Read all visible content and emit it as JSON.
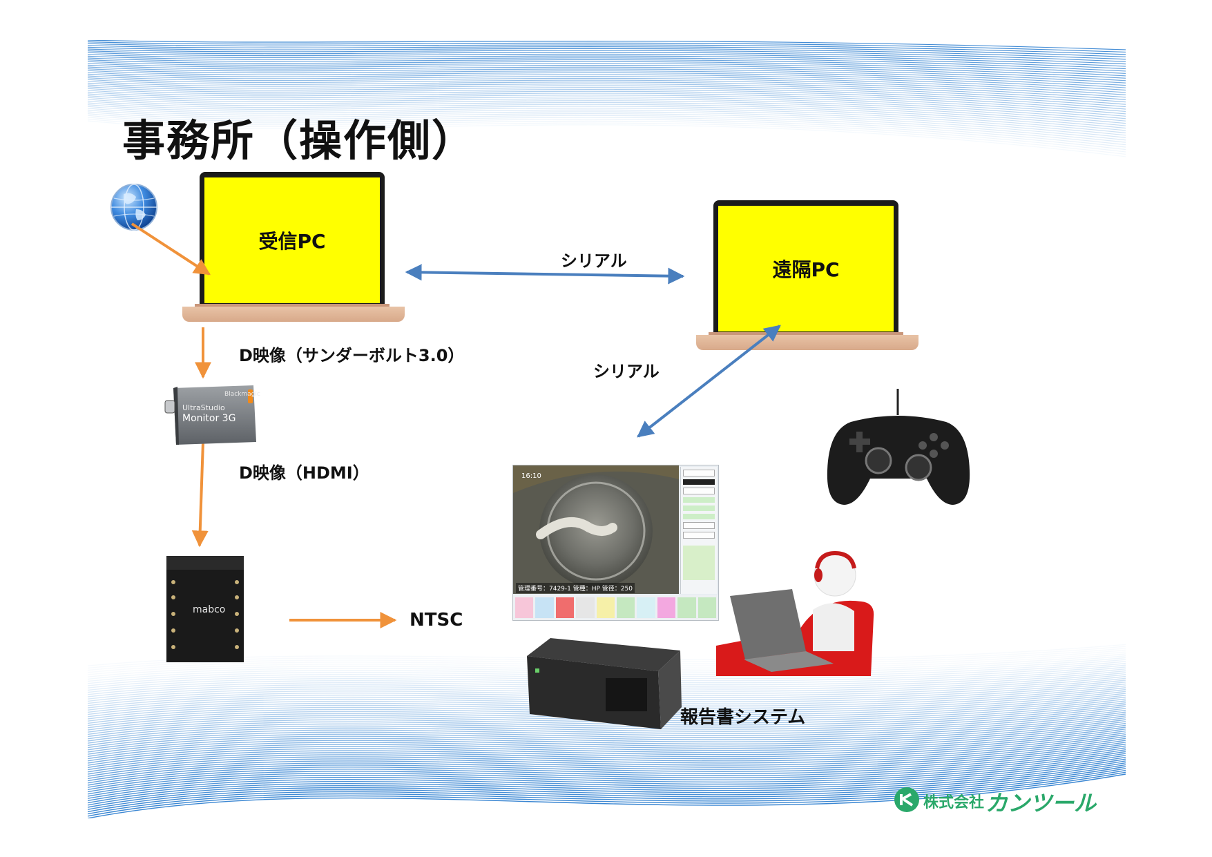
{
  "title": "事務所（操作側）",
  "receive_pc": {
    "label": "受信PC"
  },
  "remote_pc": {
    "label": "遠隔PC"
  },
  "links": {
    "serial_top": "シリアル",
    "serial_diag": "シリアル",
    "d_video_thunderbolt": "D映像（サンダーボルト3.0）",
    "d_video_hdmi": "D映像（HDMI）",
    "ntsc": "NTSC"
  },
  "ultrastudio": {
    "brand": "Blackmagic",
    "line1": "UltraStudio",
    "line2": "Monitor 3G"
  },
  "converter": {
    "brand": "mabco"
  },
  "report_system": {
    "label": "報告書システム"
  },
  "inspection_screen": {
    "overlay_top_left": "16:10",
    "overlay_bottom": "管理番号：7429-1 管種：HP 管径：250"
  },
  "company": {
    "prefix": "株式会社",
    "name": "カンツール"
  },
  "colors": {
    "orange_arrow": "#f0923a",
    "blue_arrow": "#4a7fbe",
    "screen_yellow": "#ffff00",
    "brand_green": "#2aa86a",
    "wave_blue": "#2f80d0"
  },
  "icons": {
    "globe": "globe-icon",
    "gamepad": "gamepad-icon",
    "operator": "operator-with-headset-icon"
  }
}
